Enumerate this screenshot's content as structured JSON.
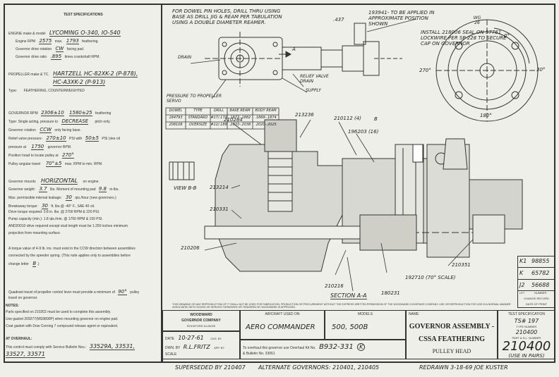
{
  "spec": {
    "heading": "TEST SPECIFICATIONS",
    "engine_label": "ENGINE make & model",
    "engine_value": "LYCOMING O-340, IO-540",
    "engine_rpm_label": "Engine RPM",
    "engine_rpm_value": "2575",
    "engine_max": "max.",
    "engine_feather_rpm": "1793",
    "engine_feathering": "feathering.",
    "rotation_label": "Governor drive rotation",
    "rotation_value": "CW",
    "rotation_suffix": "facing pad.",
    "gov_rpm_label": "Governor drive ratio",
    "gov_rpm_value": ".895",
    "gov_rpm_suffix": "times crankshaft RPM.",
    "prop_label": "PROPELLER make & TC.",
    "prop_value1": "HARTZELL HC-82XK-2 (P-878),",
    "prop_value2": "HC-A3XK-2 (P-913)",
    "type_label": "Type:",
    "type_value": "FEATHERING, COUNTERWEIGHTED",
    "gov_rpm2_label": "GOVERNOR RPM",
    "gov_rpm2_value": "2306±10",
    "gov_rpm2_min": "1580±25",
    "gov_rpm2_suffix": "feathering",
    "action_label": "Type: Single acting, pressure to",
    "action_value": "DECREASE",
    "action_suffix": "pitch only.",
    "gov_rotation_label": "Governor rotation",
    "gov_rotation_value": "CCW",
    "gov_rotation_suffix": "only facing base.",
    "relief_label": "Relief valve pressure:",
    "relief_value": "270±10",
    "relief_mid": "PSI with",
    "relief_value2": "50±5",
    "relief_suffix": "PSI (oke oil",
    "pressure_at": "pressure at",
    "pressure_value": "1750",
    "pressure_suffix": "governor RPM.",
    "pos_label": "Position head to locate pulley at",
    "pos_value": "270°",
    "pulley_label": "Pulley angular travel",
    "pulley_value": "70°±5",
    "pulley_suffix": "max. RPM to min. RPM.",
    "mount_label": "Governor mounts",
    "mount_value": "HORIZONTAL",
    "mount_suffix": "on engine.",
    "weight_label": "Governor weight:",
    "weight_value": "3.7",
    "weight_mid": "lbs. Moment of mounting pad",
    "weight_value2": "9.8",
    "weight_suffix": "in-lbs.",
    "leak_label": "Max. permissible internal leakage:",
    "leak_value": "30",
    "leak_suffix": "qts./hour (new governors.)",
    "torque_label": "Breakaway torque:",
    "torque_value": "30",
    "torque_suffix": "ft. lbs.@ -40° F., SAE 40 oil.",
    "drive_label": "Drive torque required: 0.8 in. lbs. @ 2700 RPM & 220 PSI.",
    "pump_label": "Pump capacity (min.): 1.8 qts./min. @ 1750 RPM & 150 PSI.",
    "and_label": "AND20010 drive required except stud length must be 1.250 inches minimum",
    "proj_label": "projection from mounting surface.",
    "torque_note1": "A torque value of 4-9 lb. ins. must exist in the CCW direction between assemblies",
    "torque_note2": "connected by the speeder spring. (This note applies only to assemblies before",
    "torque_note3": "change letter",
    "torque_note_letter": "B",
    "torque_note4": ".)",
    "quad_note1": "Quadrant travel of propeller control lever must provide a minimum of",
    "quad_value": "90°",
    "quad_note2": "pulley",
    "quad_note3": "travel on governor.",
    "notes_heading": "NOTES:",
    "note1": "Parts specified on 210202 must be used to complete this assembly.",
    "note2": "Use gasket 209277(MS9800P) when mounting governor on engine pad.",
    "note3": "Coat gasket with Dow Corning 7 compound release agent or equivalent.",
    "overhaul_label": "AT OVERHAUL:",
    "overhaul_text": "This control must comply with Service Bulletin Nos.:",
    "overhaul_value": "33529A, 33531,",
    "overhaul_value2": "33527, 33571"
  },
  "drawing": {
    "note_dowel": "FOR DOWEL PIN HOLES, DRILL THRU USING BASE AS DRILL JIG & REAM PER TABULATION USING A DOUBLE DIAMETER REAMER.",
    "note_193941": "193941- TO BE APPLIED IN APPROXIMATE POSITION SHOWN",
    "note_install": "INSTALL 218006 SEAL ON 57761 LOCKWIRE PER SP-228 TO SECURE CAP ON GOVERNOR",
    "dim_437": ".437",
    "drain": "DRAIN",
    "relief_valve": "RELIEF VALVE DRAIN",
    "supply": "SUPPLY",
    "pressure_servo": "PRESSURE TO PROPELLER SERVO",
    "view_bb": "VIEW B-B",
    "section_aa": "SECTION A-A",
    "scale_note": "192710 (70° SCALE)",
    "angle_0": "0°",
    "angle_30": "30°",
    "angle_180": "180°",
    "angle_270": "270°",
    "marker_a": "A",
    "marker_b": "B",
    "callout_wd": "WG 26",
    "parts": {
      "p213236": "213236",
      "p210112": "210112 (4)",
      "p196203": "196203 (16)",
      "p210284": "210284",
      "p213214": "213214",
      "p210331": "210331",
      "p210206": "210206",
      "p210351": "210351",
      "p210216": "210216",
      "p180231": "180231"
    },
    "dowel_table": {
      "headers": [
        "DOWEL",
        "TYPE",
        "DRILL",
        "BASE REAM",
        "BODY REAM"
      ],
      "rows": [
        [
          "184793",
          "STANDARD",
          "#17/.173",
          ".1877-.1882",
          ".1869-.1874"
        ],
        [
          "208108",
          "OVERSIZE",
          "#12/.189",
          ".2033-.2038",
          ".2020-.2025"
        ]
      ]
    }
  },
  "change_record": {
    "rows": [
      {
        "letter": "K1",
        "number": "98855"
      },
      {
        "letter": "K",
        "number": "65782"
      },
      {
        "letter": "J2",
        "number": "56688"
      }
    ],
    "col_let": "LET",
    "col_number": "NUMBER",
    "title": "CHANGE RECORD",
    "date_label": "DATE OF PRINT"
  },
  "title_block": {
    "copyright": "THIS DRAWING OR ANY REPRODUCTION OF IT SHALL NOT BE USED FOR FABRICATION, PRODUCTION OR PROCUREMENT WITHOUT THE EXPRESS WRITTEN PERMISSION OF THE WOODWARD GOVERNOR COMPANY. USE OR REPRODUCTION FOR USE IN A NORMAL MANNER ASSOCIATED WITH GOODS OR SERVICE FURNISHED OR TENDERED BY WOODWARD IS APPROVED.",
    "company1": "WOODWARD",
    "company2": "GOVERNOR COMPANY",
    "company3": "ROCKFORD ILLINOIS",
    "date_label": "DATE",
    "date_value": "10-27-61",
    "dwn_label": "DWN. BY",
    "dwn_value": "R.L.FRITZ",
    "chk_label": "CKD. BY",
    "app_label": "APP. BY",
    "scale_label": "SCALE",
    "aircraft_label": "AIRCRAFT USED ON",
    "aircraft_value": "AERO COMMANDER",
    "models_label": "MODELS",
    "models_value": "500, 500B",
    "name_label": "NAME",
    "name_line1": "GOVERNOR ASSEMBLY -",
    "name_line2": "CSSA FEATHERING",
    "name_line3": "PULLEY HEAD",
    "overhaul_kit": "To overhaul this governor use Overhaul Kit No.",
    "overhaul_kit_value": "B932-331",
    "overhaul_kit_letter": "K",
    "service_bulletin": "& Bulletin No. 33061",
    "test_spec_label": "TEST SPECIFICATION",
    "test_spec_value": "TS# 197",
    "type_number_label": "TYPE NUMBER",
    "type_number_value": "210400",
    "part_number_label": "PART & N.L. NUMBER",
    "part_number_value": "210400",
    "use_in_pairs": "(USE IN PAIRS)"
  },
  "footer": {
    "superseded": "SUPERSEDED BY 210407",
    "alternate": "ALTERNATE GOVERNORS: 210401, 210405",
    "redrawn": "REDRAWN 3-18-69 JOE KUSTER"
  }
}
